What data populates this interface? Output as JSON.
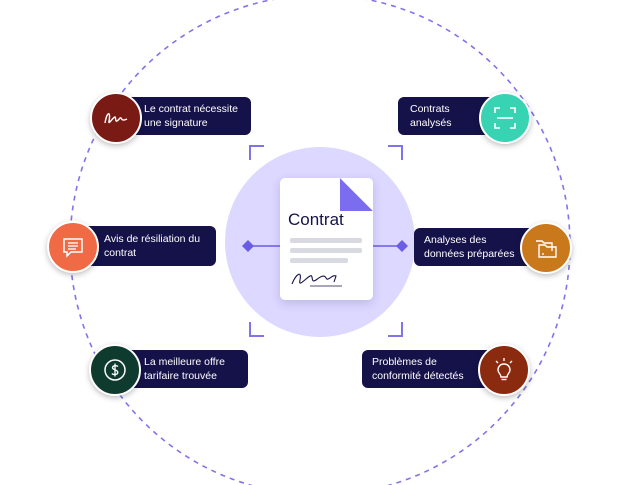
{
  "document": {
    "title": "Contrat"
  },
  "items": [
    {
      "id": "signature",
      "line1": "Le contrat nécessite",
      "line2": "une signature",
      "icon": "signature-icon",
      "color": "#7a1a14"
    },
    {
      "id": "resiliation",
      "line1": "Avis de résiliation du",
      "line2": "contrat",
      "icon": "message-icon",
      "color": "#f06b45"
    },
    {
      "id": "offre",
      "line1": "La meilleure offre",
      "line2": "tarifaire trouvée",
      "icon": "dollar-icon",
      "color": "#0f3b2e"
    },
    {
      "id": "contrats",
      "line1": "Contrats",
      "line2": "analysés",
      "icon": "scan-icon",
      "color": "#38d3b3"
    },
    {
      "id": "analyses",
      "line1": "Analyses des",
      "line2": "données préparées",
      "icon": "folders-icon",
      "color": "#c9791c"
    },
    {
      "id": "conformite",
      "line1": "Problèmes de",
      "line2": "conformité détectés",
      "icon": "lightbulb-icon",
      "color": "#8a2a0f"
    }
  ],
  "colors": {
    "pill": "#15124a",
    "accent": "#6b5ce6",
    "halo": "#ddd8ff",
    "dashed": "#6b5ce6"
  }
}
